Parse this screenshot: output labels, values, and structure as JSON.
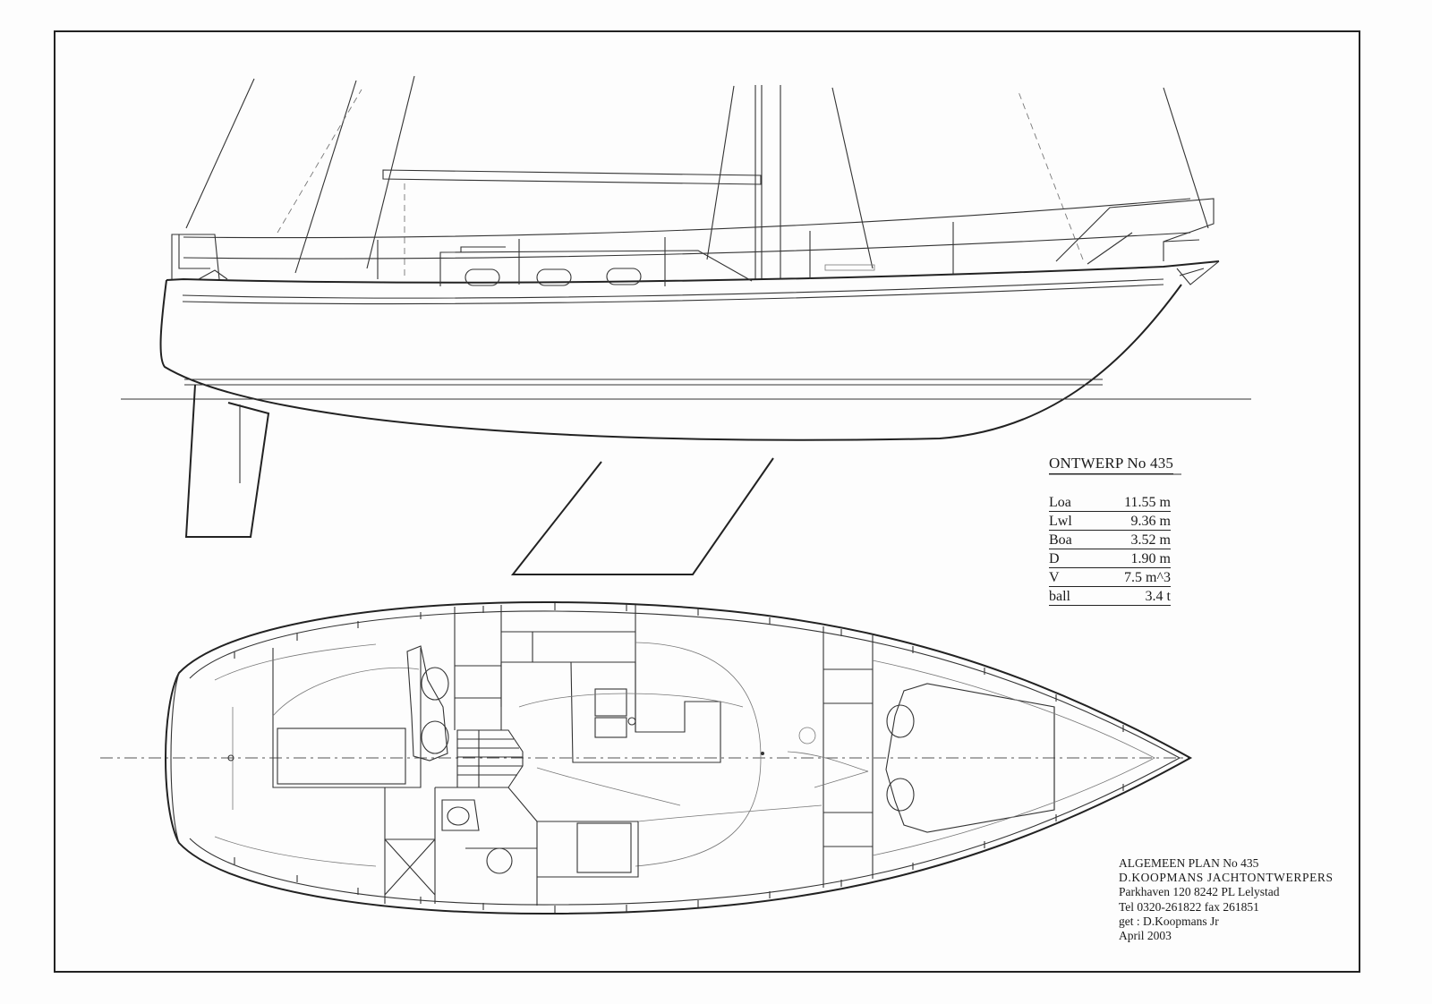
{
  "specifications": {
    "title": "ONTWERP No 435",
    "rows": [
      {
        "label": "Loa",
        "value": "11.55 m"
      },
      {
        "label": "Lwl",
        "value": "9.36 m"
      },
      {
        "label": "Boa",
        "value": "3.52 m"
      },
      {
        "label": "D",
        "value": "1.90 m"
      },
      {
        "label": "V",
        "value": "7.5 m^3"
      },
      {
        "label": "ball",
        "value": "3.4 t"
      }
    ]
  },
  "title_block": {
    "plan_title": "ALGEMEEN PLAN No 435",
    "organization": "D.KOOPMANS JACHTONTWERPERS",
    "address": "Parkhaven 120 8242 PL Lelystad",
    "phone": "Tel 0320-261822 fax 261851",
    "drawn_by": "get : D.Koopmans Jr",
    "date": "April 2003"
  }
}
